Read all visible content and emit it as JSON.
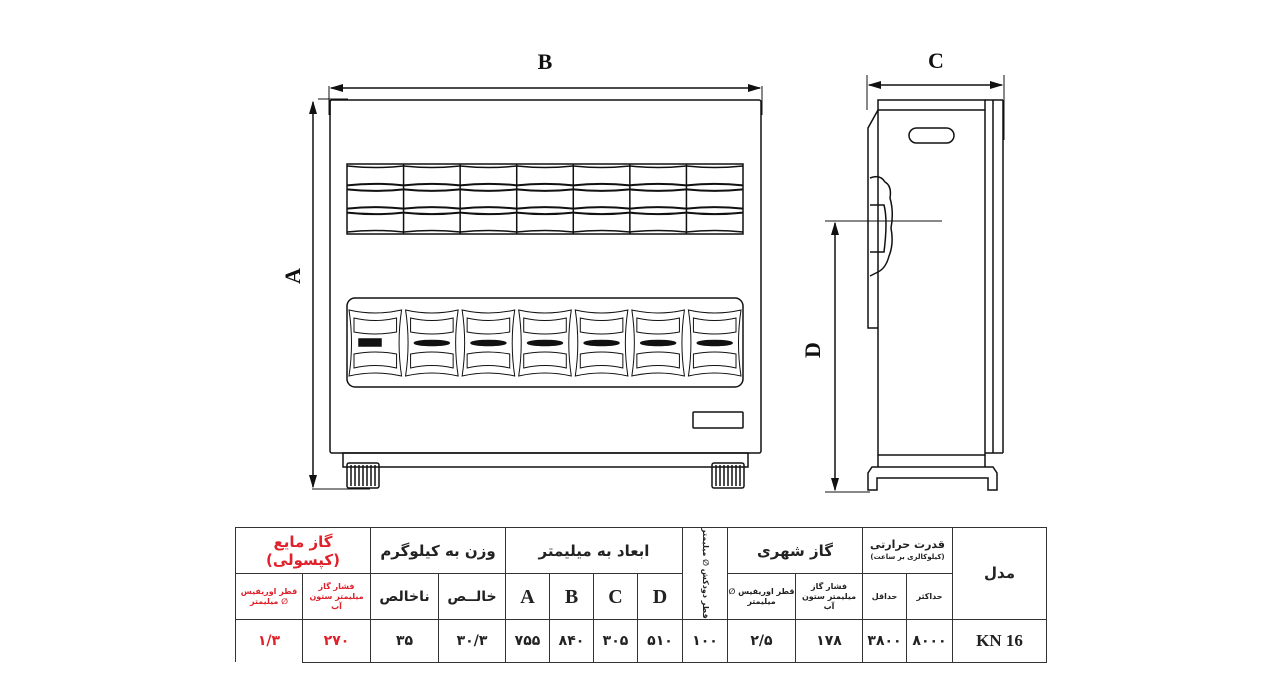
{
  "drawing": {
    "dimension_labels": {
      "A": "A",
      "B": "B",
      "C": "C",
      "D": "D"
    },
    "grille_columns": 7,
    "upper_grille_rows": 3
  },
  "table": {
    "header": {
      "lpg": "گاز مایع (کپسولی)",
      "weight": "وزن به کیلوگرم",
      "dimensions": "ابعاد به میلیمتر",
      "flue_diameter": "قطر دودکش ∅ میلیمتر",
      "city_gas": "گاز شهری",
      "heat_capacity": "قدرت حرارتی",
      "heat_capacity_unit": "(کیلوکالری بر ساعت)",
      "model": "مدل"
    },
    "subheader": {
      "lpg_orifice": "قطر اوریفیس ∅ میلیمتر",
      "lpg_pressure": "فشار گاز میلیمتر ستون آب",
      "gross": "ناخالص",
      "net": "خالــص",
      "A": "A",
      "B": "B",
      "C": "C",
      "D": "D",
      "city_orifice": "قطر اوریفیس ∅ میلیمتر",
      "city_pressure": "فشار گاز میلیمتر ستون آب",
      "min": "حداقل",
      "max": "حداکثر"
    },
    "row": {
      "lpg_orifice": "۱/۳",
      "lpg_pressure": "۲۷۰",
      "gross": "۳۵",
      "net": "۳۰/۳",
      "A": "۷۵۵",
      "B": "۸۴۰",
      "C": "۳۰۵",
      "D": "۵۱۰",
      "flue_diameter": "۱۰۰",
      "city_orifice": "۲/۵",
      "city_pressure": "۱۷۸",
      "min": "۳۸۰۰",
      "max": "۸۰۰۰",
      "model": "KN 16"
    },
    "colors": {
      "lpg_text": "#e0202a",
      "lines": "#333333"
    }
  }
}
